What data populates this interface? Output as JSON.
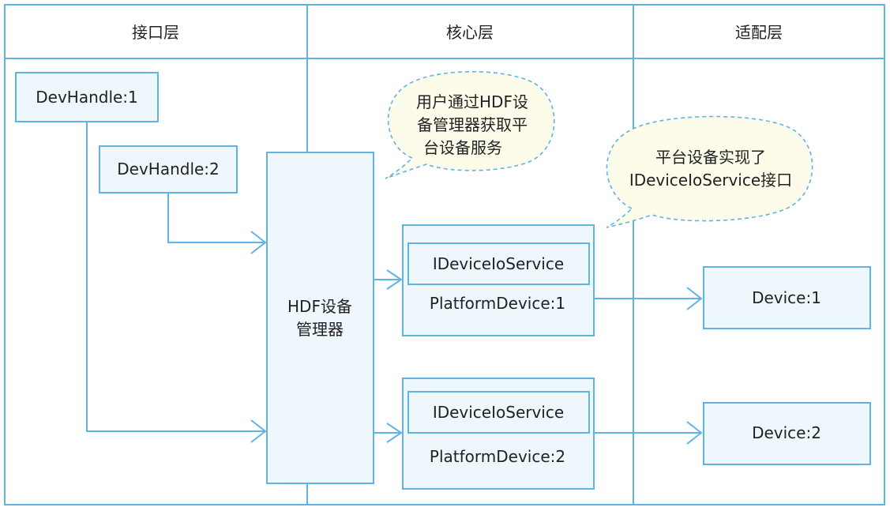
{
  "columns": {
    "interface": "接口层",
    "core": "核心层",
    "adapter": "适配层"
  },
  "handles": {
    "h1": "DevHandle:1",
    "h2": "DevHandle:2"
  },
  "manager": {
    "line1": "HDF设备",
    "line2": "管理器"
  },
  "platform_devices": [
    {
      "service": "IDeviceIoService",
      "name": "PlatformDevice:1"
    },
    {
      "service": "IDeviceIoService",
      "name": "PlatformDevice:2"
    }
  ],
  "devices": {
    "d1": "Device:1",
    "d2": "Device:2"
  },
  "notes": {
    "user_lines": [
      "用户通过HDF设",
      "备管理器获取平",
      "台设备服务"
    ],
    "platform_lines": [
      "平台设备实现了",
      "IDeviceIoService接口"
    ]
  },
  "colors": {
    "stroke": "#5fb4e4",
    "box_fill": "#eef7fc",
    "bubble_fill": "#fdfbea"
  }
}
